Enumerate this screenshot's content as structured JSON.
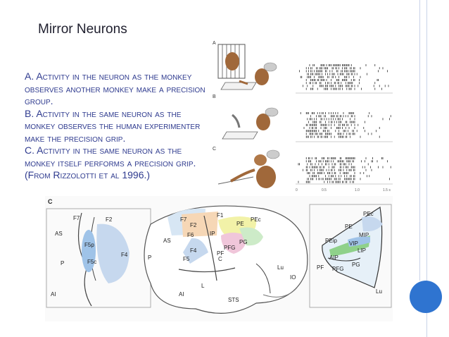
{
  "slide": {
    "title": "Mirror Neurons",
    "caption_a": "A. Activity in the neuron as the monkey observes another monkey make a precision group.",
    "caption_b": "B. Activity in the same neuron as the monkey observes the human experimenter make the precision grip.",
    "caption_c": "C. Activity in the same neuron as the monkey itself performs a precision grip. (From Rizzolotti et al 1996.)"
  },
  "figure_top": {
    "panel_labels": [
      "A",
      "B",
      "C"
    ],
    "axis_ticks": [
      "0",
      "0.5",
      "1.0",
      "1.5 s"
    ]
  },
  "figure_brain": {
    "panel_label": "C",
    "labels_left": [
      "F7",
      "F2",
      "AS",
      "P",
      "F4",
      "F5p",
      "F5c",
      "AI"
    ],
    "labels_center": [
      "F7",
      "F2",
      "F1",
      "AS",
      "F6",
      "F4",
      "F5",
      "P",
      "AI",
      "L",
      "IP",
      "C",
      "PE",
      "PEc",
      "PG",
      "PFG",
      "PF",
      "Lu",
      "IO",
      "STS"
    ],
    "labels_right": [
      "PEc",
      "PE",
      "MIP",
      "PEip",
      "VIP",
      "LIP",
      "AIP",
      "PF",
      "PFG",
      "PG",
      "Lu"
    ]
  },
  "colors": {
    "accent_circle": "#2f74d0",
    "caption_text": "#2f3b8f",
    "deco_line": "#c9d3e8"
  }
}
